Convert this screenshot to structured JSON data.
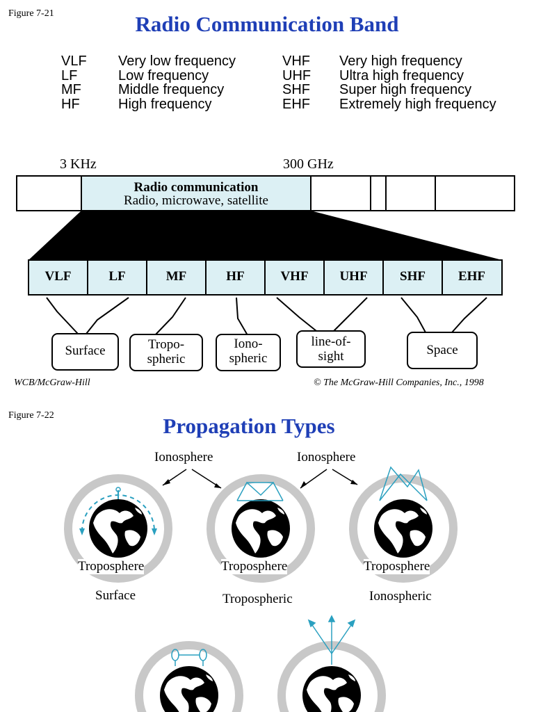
{
  "fig1": {
    "label": "Figure 7-21",
    "title": "Radio Communication Band",
    "legend": [
      {
        "abbr": "VLF",
        "full": "Very low frequency"
      },
      {
        "abbr": "LF",
        "full": "Low frequency"
      },
      {
        "abbr": "MF",
        "full": "Middle frequency"
      },
      {
        "abbr": "HF",
        "full": "High frequency"
      },
      {
        "abbr": "VHF",
        "full": "Very high frequency"
      },
      {
        "abbr": "UHF",
        "full": "Ultra high frequency"
      },
      {
        "abbr": "SHF",
        "full": "Super high frequency"
      },
      {
        "abbr": "EHF",
        "full": "Extremely high frequency"
      }
    ],
    "freq_low": "3 KHz",
    "freq_high": "300 GHz",
    "band_title": "Radio communication",
    "band_subtitle": "Radio, microwave, satellite",
    "bands": [
      "VLF",
      "LF",
      "MF",
      "HF",
      "VHF",
      "UHF",
      "SHF",
      "EHF"
    ],
    "propagation": [
      {
        "line1": "Surface",
        "line2": ""
      },
      {
        "line1": "Tropo-",
        "line2": "spheric"
      },
      {
        "line1": "Iono-",
        "line2": "spheric"
      },
      {
        "line1": "line-of-",
        "line2": "sight"
      },
      {
        "line1": "Space",
        "line2": ""
      }
    ],
    "credit_left": "WCB/McGraw-Hill",
    "credit_right": "© The McGraw-Hill Companies, Inc., 1998"
  },
  "fig2": {
    "label": "Figure 7-22",
    "title": "Propagation Types",
    "ionosphere_label": "Ionosphere",
    "troposphere_label": "Troposphere",
    "types": [
      "Surface",
      "Tropospheric",
      "Ionospheric"
    ]
  },
  "colors": {
    "title_blue": "#1f3fb6",
    "band_fill": "#dcf0f4",
    "signal_teal": "#2aa0c0",
    "ring_gray": "#c8c8c8"
  }
}
